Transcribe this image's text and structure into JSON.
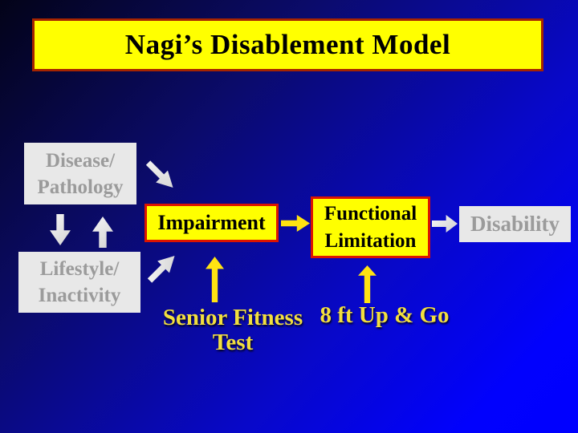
{
  "slide": {
    "title": "Nagi’s Disablement Model"
  },
  "boxes": {
    "disease_pathology": {
      "line1": "Disease/",
      "line2": "Pathology"
    },
    "lifestyle_inactivity": {
      "line1": "Lifestyle/",
      "line2": "Inactivity"
    },
    "impairment": {
      "label": "Impairment"
    },
    "functional_limitation": {
      "line1": "Functional",
      "line2": "Limitation"
    },
    "disability": {
      "label": "Disability"
    }
  },
  "annotations": {
    "senior_fitness": {
      "line1": "Senior Fitness",
      "line2": "Test"
    },
    "up_and_go": "8 ft Up & Go"
  },
  "arrows": [
    {
      "name": "arrow-disease-lifestyle-down",
      "direction": "down",
      "color": "#e3e3e3"
    },
    {
      "name": "arrow-lifestyle-disease-up",
      "direction": "up",
      "color": "#e3e3e3"
    },
    {
      "name": "arrow-disease-to-impairment",
      "direction": "down-right",
      "color": "#e3e3e3"
    },
    {
      "name": "arrow-lifestyle-to-impairment",
      "direction": "up-right",
      "color": "#e3e3e3"
    },
    {
      "name": "arrow-impairment-to-functional",
      "direction": "right",
      "color": "#ffe312"
    },
    {
      "name": "arrow-functional-to-disability",
      "direction": "right",
      "color": "#e3e3e3"
    },
    {
      "name": "arrow-senior-fitness-to-impairment",
      "direction": "up",
      "color": "#ffe312"
    },
    {
      "name": "arrow-up-go-to-functional",
      "direction": "up",
      "color": "#ffe312"
    }
  ],
  "colors": {
    "background_dark": "#030318",
    "background_bright": "#0000ff",
    "highlight_yellow": "#ffff00",
    "box_border_red": "#dd1400",
    "title_border_red": "#a62400",
    "muted_box_bg": "#e8e8e8",
    "muted_text": "#9b9b9b",
    "annotation_text": "#f2df3e",
    "title_text": "#000000"
  }
}
